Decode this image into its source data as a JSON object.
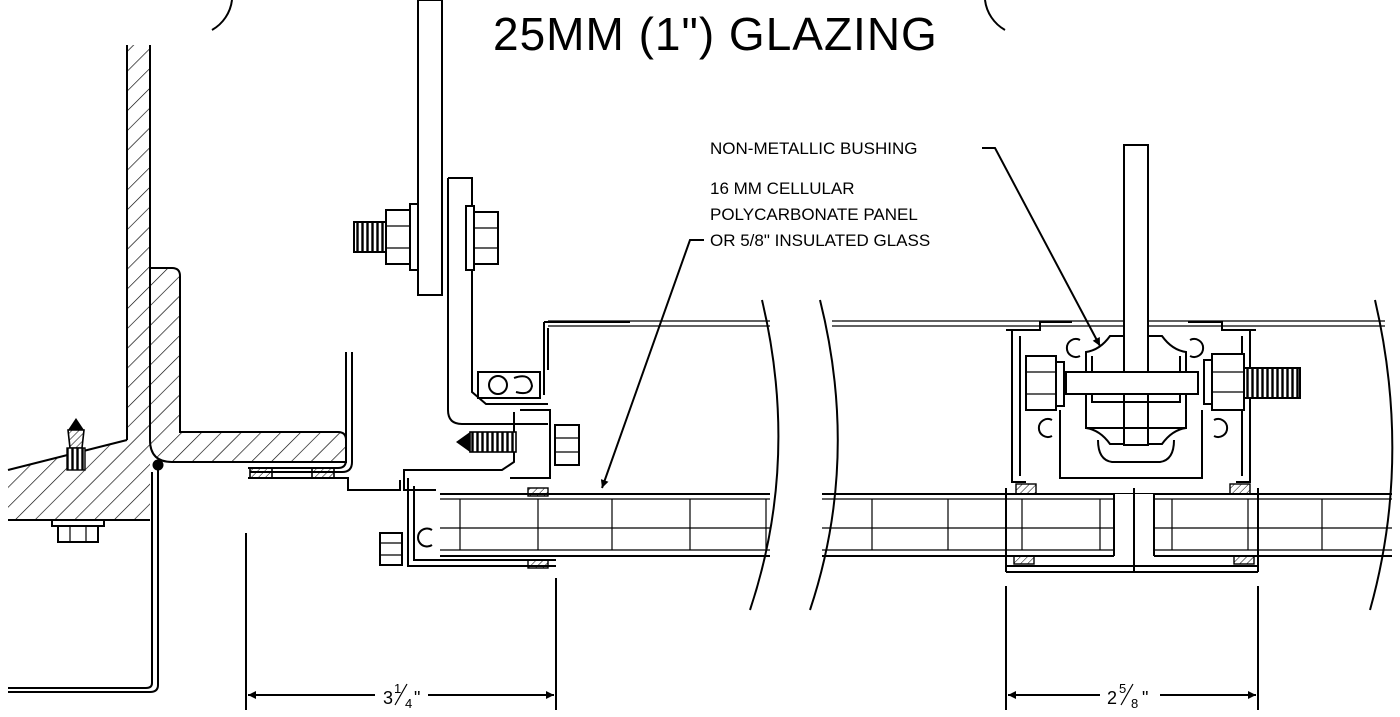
{
  "title": "25MM  (1\") GLAZING",
  "callouts": {
    "bushing": "NON-METALLIC BUSHING",
    "panel_line1": "16 MM CELLULAR",
    "panel_line2": "POLYCARBONATE PANEL",
    "panel_line3": "OR 5/8\" INSULATED GLASS"
  },
  "dimensions": {
    "left": {
      "whole": "3",
      "numerator": "1",
      "denominator": "4",
      "unit": "\""
    },
    "right": {
      "whole": "2",
      "numerator": "5",
      "denominator": "8",
      "unit": "\""
    }
  },
  "colors": {
    "ink": "#000000",
    "paper": "#ffffff"
  }
}
